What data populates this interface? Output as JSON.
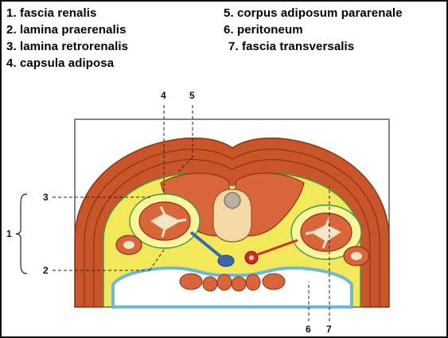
{
  "legend": [
    {
      "id": "1",
      "text": "1. fascia renalis"
    },
    {
      "id": "2",
      "text": "2. lamina praerenalis"
    },
    {
      "id": "3",
      "text": "3. lamina retrorenalis"
    },
    {
      "id": "4",
      "text": "4. capsula adiposa"
    },
    {
      "id": "5",
      "text": "5. corpus adiposum pararenale"
    },
    {
      "id": "6",
      "text": "6. peritoneum"
    },
    {
      "id": "7",
      "text": "7. fascia transversalis"
    }
  ],
  "callouts": {
    "c1": "1",
    "c2": "2",
    "c3": "3",
    "c4": "4",
    "c5": "5",
    "c6": "6",
    "c7": "7"
  },
  "colors": {
    "muscle": "#c9562a",
    "muscle_dark": "#9b3a16",
    "fat": "#f3e85a",
    "peritoneum": "#6fb7d6",
    "kidney": "#d9653a",
    "bone": "#f4d9a6",
    "background_panel": "#ffffff"
  }
}
